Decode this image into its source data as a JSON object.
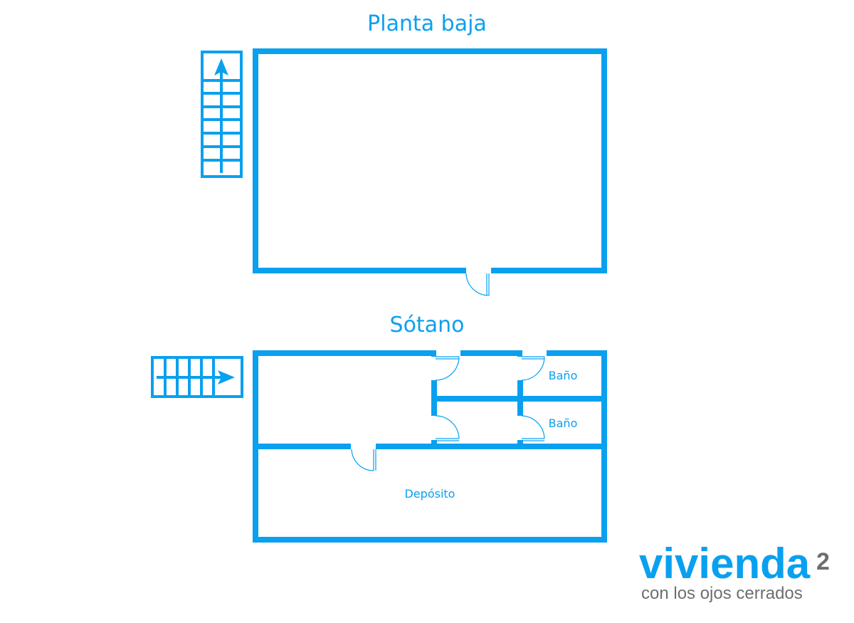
{
  "colors": {
    "wall": "#0aa0f0",
    "logo_gray": "#6d6e70"
  },
  "ground_floor": {
    "title": "Planta baja"
  },
  "basement": {
    "title": "Sótano",
    "rooms": [
      {
        "label": "Baño"
      },
      {
        "label": "Baño"
      },
      {
        "label": "Depósito"
      }
    ]
  },
  "logo": {
    "name": "vivienda",
    "superscript": "2",
    "tagline": "con los ojos cerrados"
  }
}
